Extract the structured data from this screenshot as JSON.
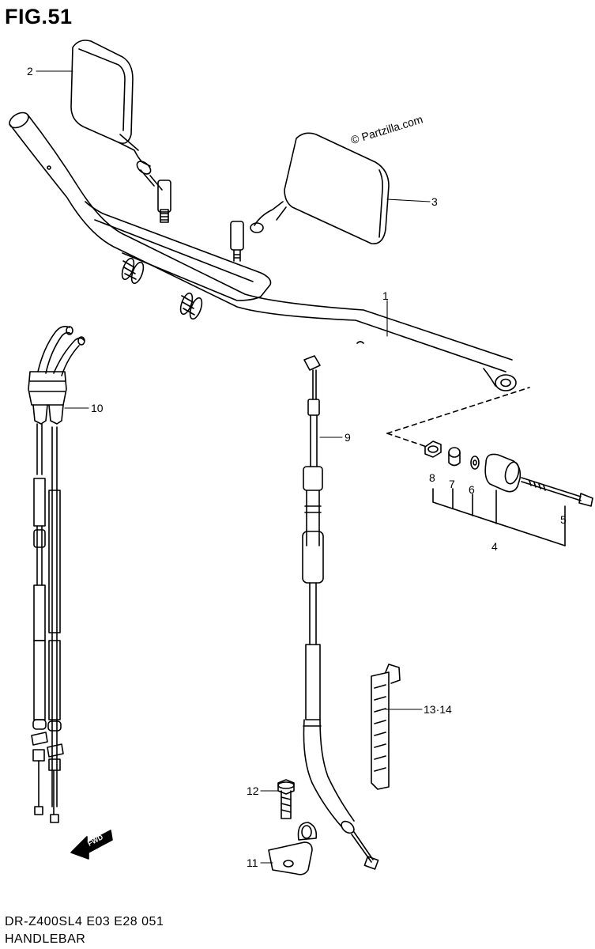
{
  "figure": {
    "title": "FIG.51",
    "model_code": "DR-Z400SL4  E03  E28  051",
    "section_name": "HANDLEBAR",
    "watermark": "© Partzilla.com",
    "fwd_label": "FWD"
  },
  "callouts": [
    {
      "id": "1",
      "label": "1"
    },
    {
      "id": "2",
      "label": "2"
    },
    {
      "id": "3",
      "label": "3"
    },
    {
      "id": "4",
      "label": "4"
    },
    {
      "id": "5",
      "label": "5"
    },
    {
      "id": "6",
      "label": "6"
    },
    {
      "id": "7",
      "label": "7"
    },
    {
      "id": "8",
      "label": "8"
    },
    {
      "id": "9",
      "label": "9"
    },
    {
      "id": "10",
      "label": "10"
    },
    {
      "id": "11",
      "label": "11"
    },
    {
      "id": "12",
      "label": "12"
    },
    {
      "id": "13-14",
      "label": "13·14"
    }
  ]
}
